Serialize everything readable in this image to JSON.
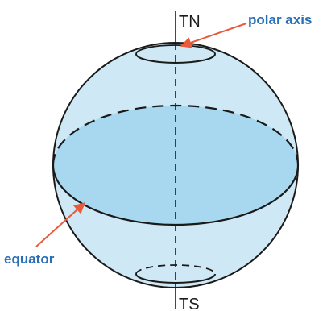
{
  "labels": {
    "north": "TN",
    "south": "TS",
    "polar_axis": "polar axis",
    "equator": "equator"
  },
  "colors": {
    "sphere_fill": "#cfe8f5",
    "equator_plane_fill": "#a8d8ef",
    "outline": "#1a1a1a",
    "arrow": "#e85a3c",
    "callout_text": "#2a6fb6"
  }
}
